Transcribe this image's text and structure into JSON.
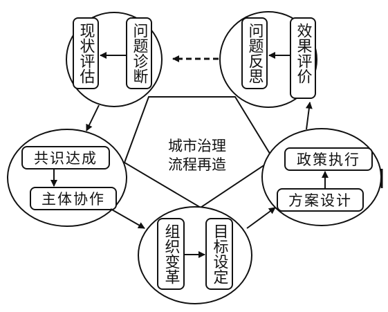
{
  "center": {
    "line1": "城市治理",
    "line2": "流程再造"
  },
  "nodes": {
    "top_left": {
      "box_a": "现状评估",
      "box_b": "问题诊断"
    },
    "top_right": {
      "box_a": "问题反思",
      "box_b": "效果评价"
    },
    "middle_left": {
      "box_a": "共识达成",
      "box_b": "主体协作"
    },
    "middle_right": {
      "box_a": "政策执行",
      "box_b": "方案设计"
    },
    "bottom": {
      "box_a": "组织变革",
      "box_b": "目标设定"
    }
  }
}
